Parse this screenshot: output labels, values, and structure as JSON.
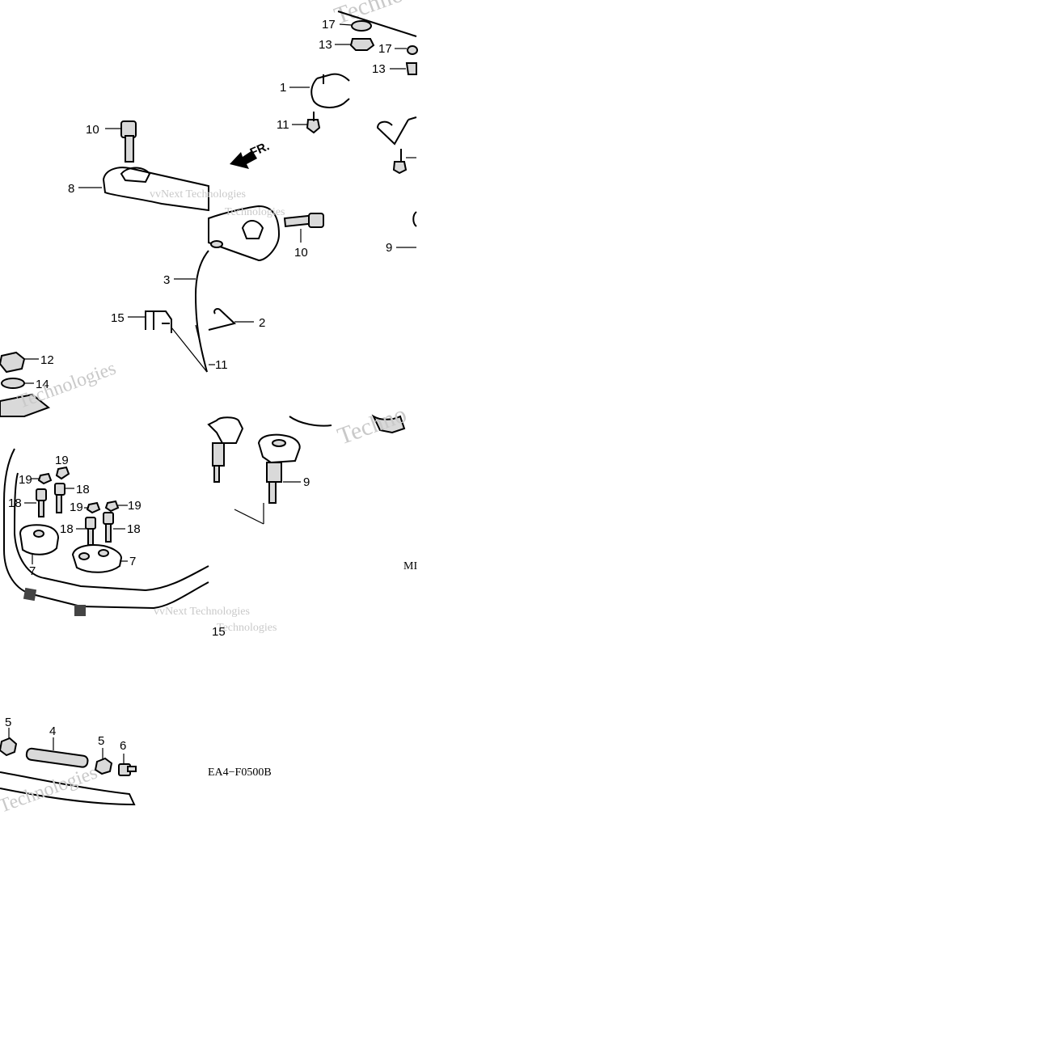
{
  "diagram": {
    "codes": [
      "EA4−F0500B",
      "MI"
    ],
    "front_marker": "FR.",
    "watermarks": [
      "Techno",
      "Technologies",
      "vvNext Technologies"
    ],
    "callouts": {
      "c17a": "17",
      "c13a": "13",
      "c17b": "17",
      "c13b": "13",
      "c1": "1",
      "c11a": "11",
      "c10a": "10",
      "c8": "8",
      "c10b": "10",
      "c9a": "9",
      "c3": "3",
      "c15a": "15",
      "c2": "2",
      "c11b": "11",
      "c12": "12",
      "c14": "14",
      "c19a": "19",
      "c19b": "19",
      "c18a": "18",
      "c18b": "18",
      "c19c": "19",
      "c19d": "19",
      "c18c": "18",
      "c18d": "18",
      "c7a": "7",
      "c7b": "7",
      "c9b": "9",
      "c15b": "15",
      "c5a": "5",
      "c4": "4",
      "c5b": "5",
      "c6": "6"
    }
  }
}
